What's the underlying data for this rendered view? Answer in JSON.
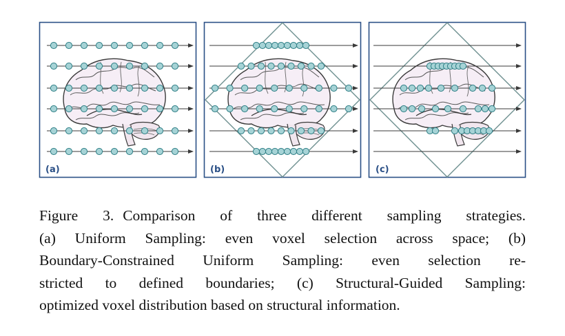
{
  "panels": [
    {
      "id": "a",
      "label": "(a)"
    },
    {
      "id": "b",
      "label": "(b)"
    },
    {
      "id": "c",
      "label": "(c)"
    }
  ],
  "caption": {
    "figure_number": "Figure 3.",
    "lines": [
      "Comparison of three different sampling strategies.",
      "(a) Uniform Sampling:  even voxel selection across space; (b)",
      "Boundary-Constrained Uniform Sampling:  even selection re-",
      "stricted to defined boundaries; (c) Structural-Guided Sampling:",
      "optimized voxel distribution based on structural information."
    ]
  },
  "colors": {
    "frame": "#2a4f86",
    "point_fill": "#a6d3d6",
    "point_stroke": "#2f7f86",
    "diamond": "#6c8f8f",
    "arrow": "#3a3a3a"
  }
}
